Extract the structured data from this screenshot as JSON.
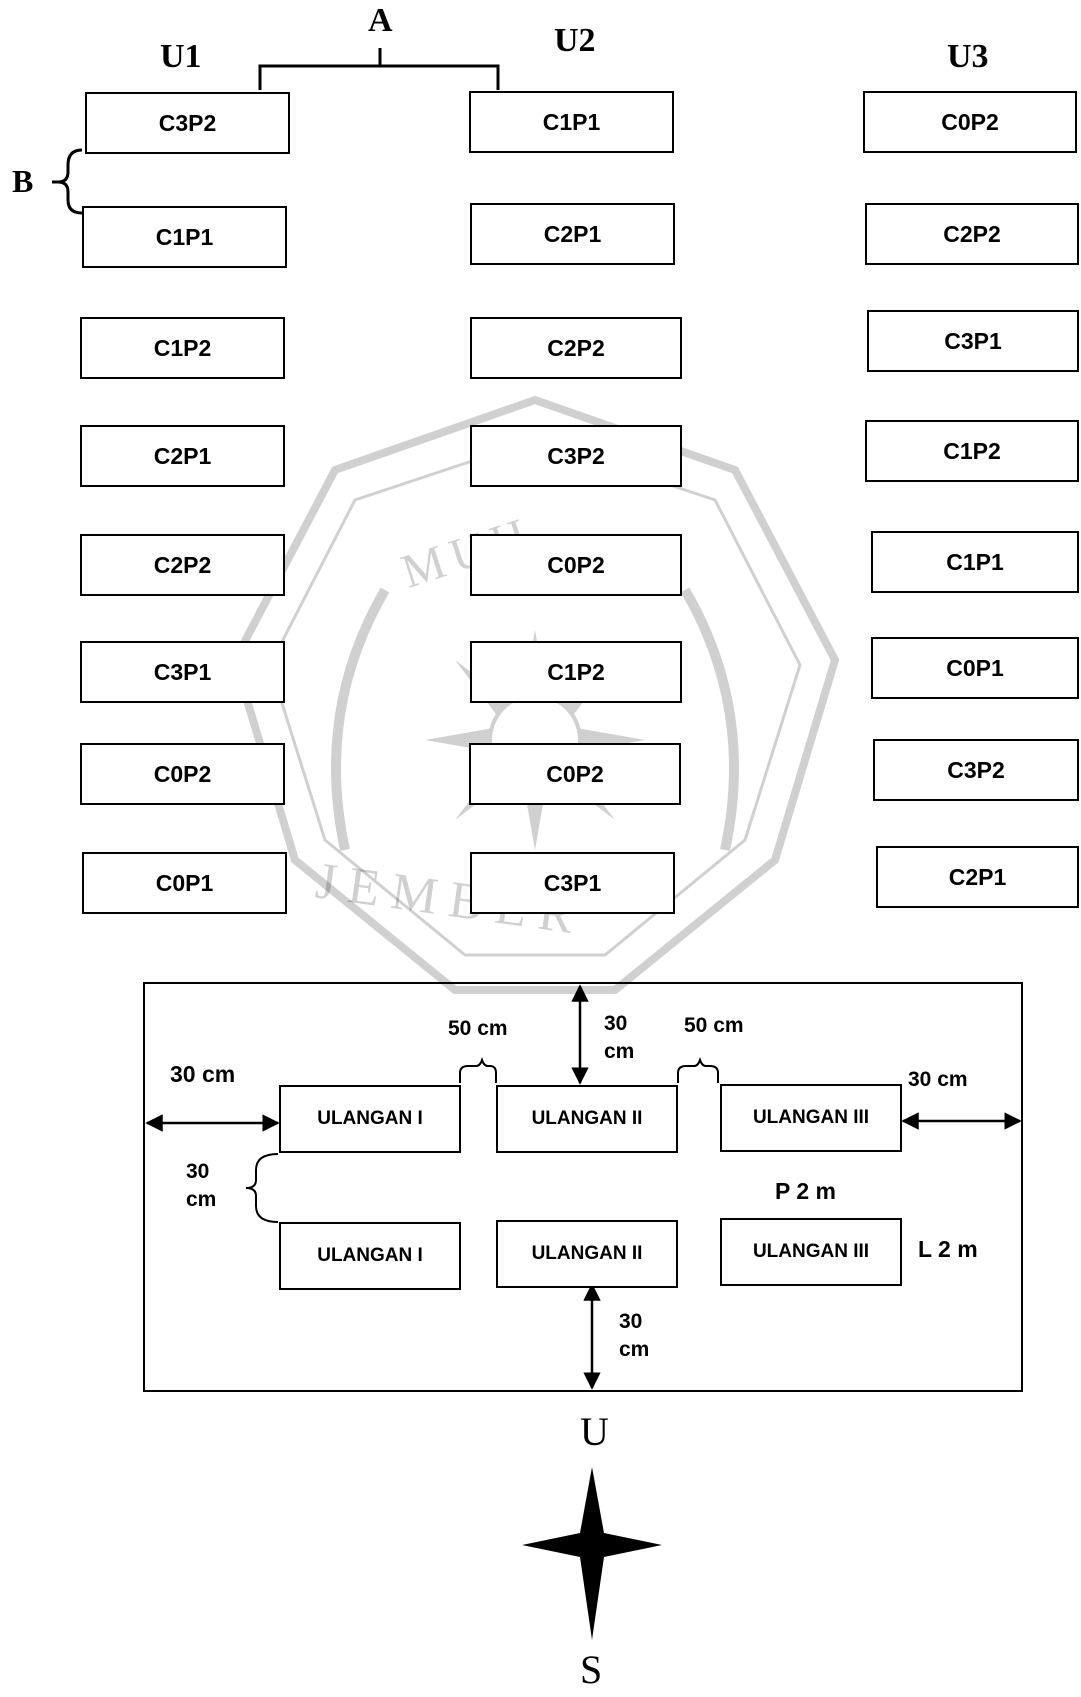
{
  "labels": {
    "a": "A",
    "b": "B"
  },
  "columns": [
    {
      "name": "U1",
      "plots": [
        "C3P2",
        "C1P1",
        "C1P2",
        "C2P1",
        "C2P2",
        "C3P1",
        "C0P2",
        "C0P1"
      ]
    },
    {
      "name": "U2",
      "plots": [
        "C1P1",
        "C2P1",
        "C2P2",
        "C3P2",
        "C0P2",
        "C1P2",
        "C0P2",
        "C3P1"
      ]
    },
    {
      "name": "U3",
      "plots": [
        "C0P2",
        "C2P2",
        "C3P1",
        "C1P2",
        "C1P1",
        "C0P1",
        "C3P2",
        "C2P1"
      ]
    }
  ],
  "field": {
    "top_row": [
      "ULANGAN I",
      "ULANGAN II",
      "ULANGAN III"
    ],
    "bottom_row": [
      "ULANGAN I",
      "ULANGAN II",
      "ULANGAN III"
    ],
    "dim_left": "30 cm",
    "dim_right": "30 cm",
    "dim_gap_1": "50 cm",
    "dim_gap_2": "50 cm",
    "dim_top": {
      "line1": "30",
      "line2": "cm"
    },
    "dim_between_rows": {
      "line1": "30",
      "line2": "cm"
    },
    "dim_bottom": {
      "line1": "30",
      "line2": "cm"
    },
    "plot_length": "P 2 m",
    "plot_width": "L 2 m"
  },
  "compass": {
    "north": "U",
    "south": "S"
  },
  "watermark": {
    "arc_text": "UNIVERSITAS MUHAMMADIYAH",
    "bottom_text": "JEMBER"
  }
}
